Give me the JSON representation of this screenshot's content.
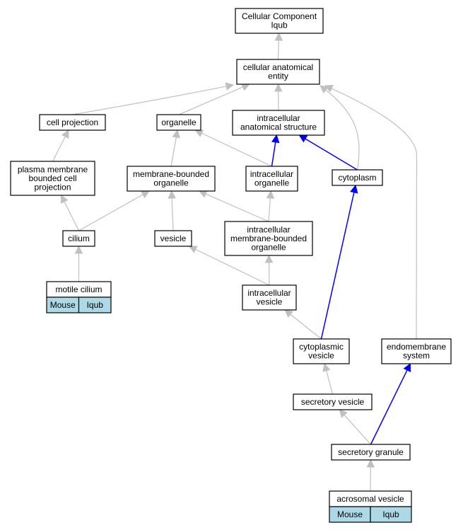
{
  "nodes": [
    {
      "id": "cc",
      "lines": [
        "Cellular Component",
        "Iqub"
      ]
    },
    {
      "id": "cae",
      "lines": [
        "cellular anatomical",
        "entity"
      ]
    },
    {
      "id": "cellproj",
      "lines": [
        "cell projection"
      ]
    },
    {
      "id": "organelle",
      "lines": [
        "organelle"
      ]
    },
    {
      "id": "ias",
      "lines": [
        "intracellular",
        "anatomical structure"
      ]
    },
    {
      "id": "pmbcp",
      "lines": [
        "plasma membrane",
        "bounded cell",
        "projection"
      ]
    },
    {
      "id": "mbo",
      "lines": [
        "membrane-bounded",
        "organelle"
      ]
    },
    {
      "id": "io",
      "lines": [
        "intracellular",
        "organelle"
      ]
    },
    {
      "id": "cytoplasm",
      "lines": [
        "cytoplasm"
      ]
    },
    {
      "id": "cilium",
      "lines": [
        "cilium"
      ]
    },
    {
      "id": "vesicle",
      "lines": [
        "vesicle"
      ]
    },
    {
      "id": "imbo",
      "lines": [
        "intracellular",
        "membrane-bounded",
        "organelle"
      ]
    },
    {
      "id": "motile",
      "lines": [
        "motile cilium"
      ],
      "annot": [
        "Mouse",
        "Iqub"
      ]
    },
    {
      "id": "iv",
      "lines": [
        "intracellular",
        "vesicle"
      ]
    },
    {
      "id": "cv",
      "lines": [
        "cytoplasmic",
        "vesicle"
      ]
    },
    {
      "id": "endo",
      "lines": [
        "endomembrane",
        "system"
      ]
    },
    {
      "id": "sv",
      "lines": [
        "secretory vesicle"
      ]
    },
    {
      "id": "sg",
      "lines": [
        "secretory granule"
      ]
    },
    {
      "id": "av",
      "lines": [
        "acrosomal vesicle"
      ],
      "annot": [
        "Mouse",
        "Iqub"
      ]
    }
  ],
  "edges": [
    {
      "from": "cae",
      "to": "cc",
      "type": "is_a"
    },
    {
      "from": "cellproj",
      "to": "cae",
      "type": "is_a"
    },
    {
      "from": "organelle",
      "to": "cae",
      "type": "is_a"
    },
    {
      "from": "ias",
      "to": "cae",
      "type": "is_a"
    },
    {
      "from": "cytoplasm",
      "to": "cae",
      "type": "is_a"
    },
    {
      "from": "endo",
      "to": "cae",
      "type": "is_a"
    },
    {
      "from": "pmbcp",
      "to": "cellproj",
      "type": "is_a"
    },
    {
      "from": "mbo",
      "to": "organelle",
      "type": "is_a"
    },
    {
      "from": "io",
      "to": "organelle",
      "type": "is_a"
    },
    {
      "from": "io",
      "to": "ias",
      "type": "part_of"
    },
    {
      "from": "cytoplasm",
      "to": "ias",
      "type": "part_of"
    },
    {
      "from": "cilium",
      "to": "pmbcp",
      "type": "is_a"
    },
    {
      "from": "cilium",
      "to": "mbo",
      "type": "is_a"
    },
    {
      "from": "vesicle",
      "to": "mbo",
      "type": "is_a"
    },
    {
      "from": "imbo",
      "to": "mbo",
      "type": "is_a"
    },
    {
      "from": "imbo",
      "to": "io",
      "type": "is_a"
    },
    {
      "from": "motile",
      "to": "cilium",
      "type": "is_a"
    },
    {
      "from": "iv",
      "to": "vesicle",
      "type": "is_a"
    },
    {
      "from": "iv",
      "to": "imbo",
      "type": "is_a"
    },
    {
      "from": "cv",
      "to": "iv",
      "type": "is_a"
    },
    {
      "from": "cv",
      "to": "cytoplasm",
      "type": "part_of"
    },
    {
      "from": "sv",
      "to": "cv",
      "type": "is_a"
    },
    {
      "from": "sg",
      "to": "sv",
      "type": "is_a"
    },
    {
      "from": "sg",
      "to": "endo",
      "type": "part_of"
    },
    {
      "from": "av",
      "to": "sg",
      "type": "is_a"
    }
  ],
  "colors": {
    "is_a": "#c0c0c0",
    "part_of": "#0000ff",
    "annotation_fill": "#add8e6",
    "node_border": "#000000"
  }
}
